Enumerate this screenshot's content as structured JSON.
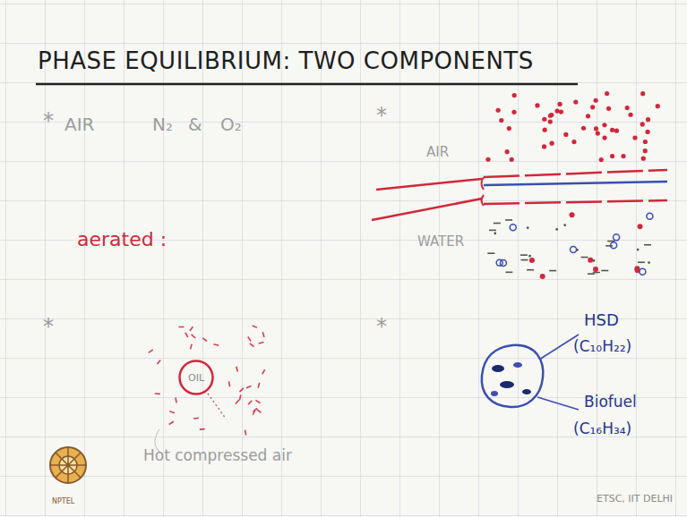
{
  "diagram": {
    "title": "PHASE EQUILIBRIUM: TWO COMPONENTS",
    "nodes": [
      {
        "text": [
          "OIL"
        ]
      }
    ],
    "labels": [
      "*",
      "AIR",
      "N₂",
      "&",
      "O₂",
      "*",
      "AIR",
      "WATER",
      "aerated :",
      "*",
      "*",
      "Hot compressed air",
      "HSD",
      "(C₁₀H₂₂)",
      "Biofuel",
      "(C₁₆H₃₄)",
      "ETSC, IIT DELHI",
      "NPTEL"
    ]
  }
}
